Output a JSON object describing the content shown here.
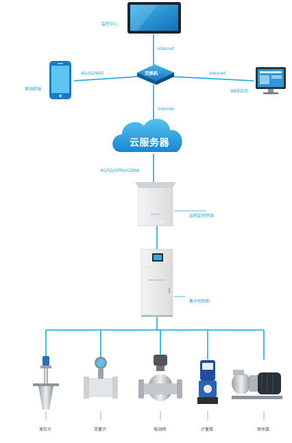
{
  "colors": {
    "line": "#1aa3dc",
    "accent": "#1aa3dc",
    "label": "#1d9bd0"
  },
  "top": {
    "monitor_label": "监控中心",
    "phone_label": "移动终端",
    "switch_label": "交换机",
    "web_label": "WEB访问",
    "link_monitor": "Internet",
    "link_phone": "4G/5G/WiFi",
    "link_web": "Internet",
    "link_cloud": "Internet"
  },
  "cloud": {
    "label": "云服务器",
    "link_label": "4G/5G/GPRS/CDMA"
  },
  "terminal": {
    "label": "远程监控终端"
  },
  "controller": {
    "label": "集中控制柜"
  },
  "devices": [
    {
      "name": "level-meter",
      "label": "液位计"
    },
    {
      "name": "flow-meter",
      "label": "流量计"
    },
    {
      "name": "electric-valve",
      "label": "电动阀"
    },
    {
      "name": "metering-pump",
      "label": "计量泵"
    },
    {
      "name": "water-pump",
      "label": "供水泵"
    }
  ]
}
